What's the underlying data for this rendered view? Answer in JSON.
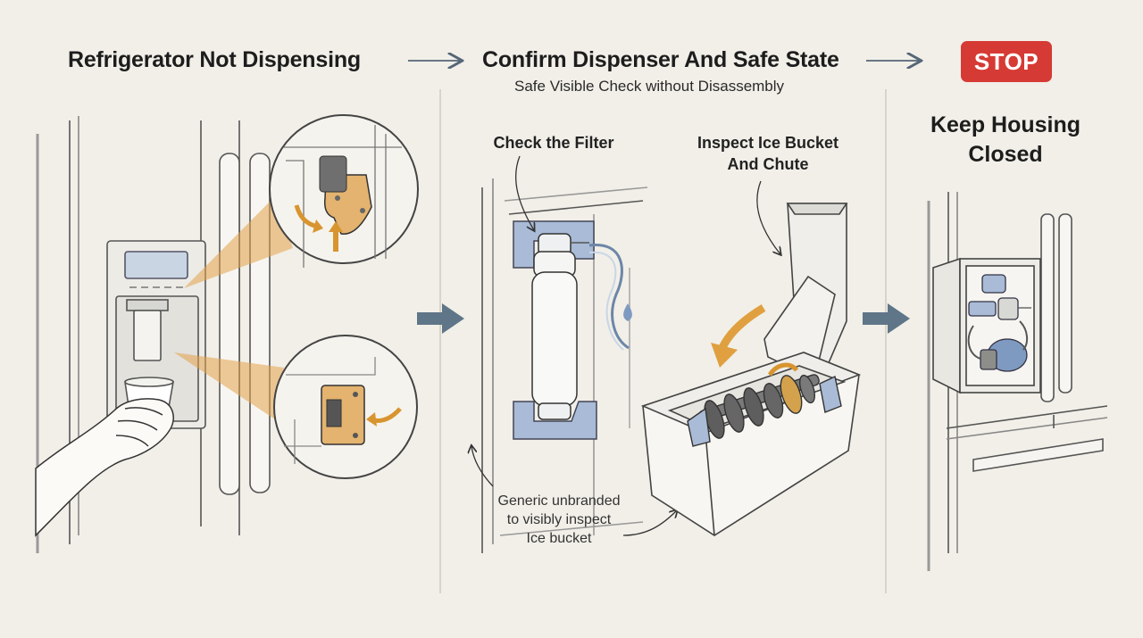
{
  "steps": {
    "step1_title": "Refrigerator Not Dispensing",
    "step2_title": "Confirm Dispenser And Safe State",
    "step2_subtitle": "Safe Visible Check without Disassembly",
    "stop_badge": "STOP",
    "step3_title_line1": "Keep Housing",
    "step3_title_line2": "Closed"
  },
  "callouts": {
    "filter": "Check the Filter",
    "ice_bucket_line1": "Inspect Ice Bucket",
    "ice_bucket_line2": "And Chute",
    "generic_line1": "Generic unbranded",
    "generic_line2": "to visibly inspect",
    "generic_line3": "Ice bucket"
  },
  "colors": {
    "background": "#f1efe8",
    "stop": "#d63a34",
    "accent_orange": "#e3a24a",
    "accent_blue": "#8ea6c8",
    "arrow_gray": "#5f7588"
  }
}
